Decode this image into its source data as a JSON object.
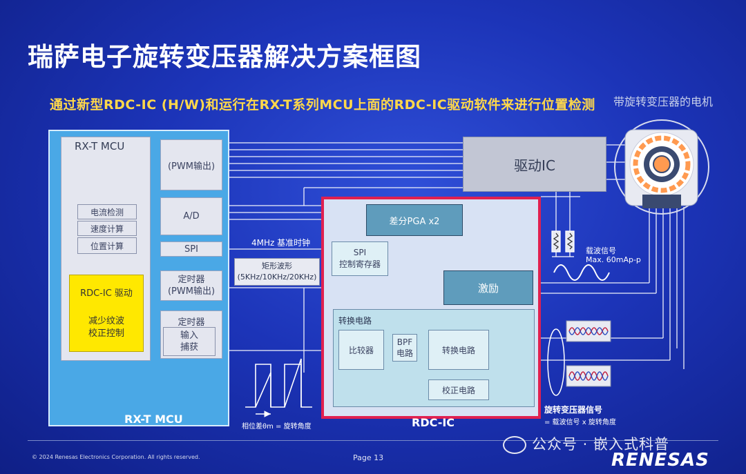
{
  "title": "瑞萨电子旋转变压器解决方案框图",
  "subtitle": "通过新型RDC-IC (H/W)和运行在RX-T系列MCU上面的RDC-IC驱动软件来进行位置检测",
  "motor_label": "带旋转变压器的电机",
  "mcu": {
    "inner_label": "RX-T MCU",
    "bottom_label": "RX-T MCU",
    "pwm_out": "(PWM输出)",
    "ad": "A/D",
    "spi": "SPI",
    "timer_pwm": "定时器\n(PWM输出)",
    "timer": "定时器",
    "input_capture": "输入\n捕获",
    "current_detect": "电流检测",
    "speed_calc": "速度计算",
    "position_calc": "位置计算",
    "rdc_driver": "RDC-IC 驱动",
    "ripple": "减少纹波\n校正控制"
  },
  "rdc": {
    "bottom_label": "RDC-IC",
    "pga": "差分PGA x2",
    "spi_reg": "SPI\n控制寄存器",
    "excite": "激励",
    "conv_title": "转换电路",
    "comparator": "比较器",
    "bpf": "BPF\n电路",
    "conv_circuit": "转换电路",
    "correction": "校正电路"
  },
  "driver_ic": "驱动IC",
  "labels": {
    "clock": "4MHz 基准时钟",
    "rect_wave_line1": "矩形波形",
    "rect_wave_line2": "(5KHz/10KHz/20KHz)",
    "carrier_line1": "载波信号",
    "carrier_line2": "Max. 60mAp-p",
    "phase": "相位差θm = 旋转角度",
    "resolver_line1": "旋转变压器信号",
    "resolver_line2": "= 载波信号 x 旋转角度"
  },
  "footer": {
    "copyright": "© 2024 Renesas Electronics Corporation. All rights reserved.",
    "page": "Page 13",
    "watermark": "公众号 · 嵌入式科普",
    "logo": "RENESAS"
  },
  "colors": {
    "background": "#1c34b8",
    "mcu_blue": "#4aa8e6",
    "rdc_border": "#e02050",
    "teal": "#5f9cbc",
    "yellow": "#ffe800",
    "subtitle": "#ffd84a"
  }
}
